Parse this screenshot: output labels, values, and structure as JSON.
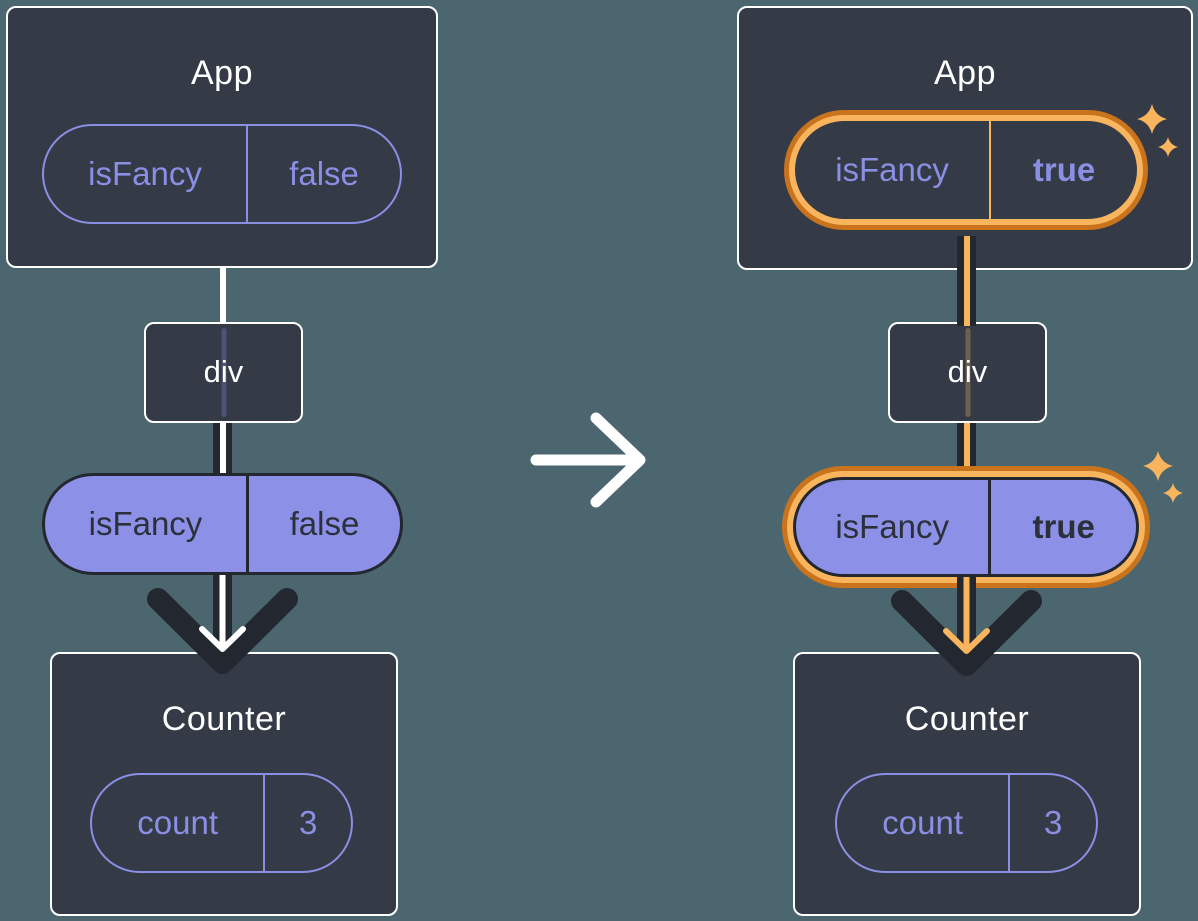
{
  "colors": {
    "background": "#4C6670",
    "card": "#343A46",
    "card_border": "#FFFFFF",
    "purple": "#8A8FE4",
    "pill_fill": "#8C90E6",
    "ink_dark": "#23272F",
    "orange_light": "#F9B55E",
    "orange_dark": "#C9731D",
    "white": "#FFFFFF"
  },
  "before": {
    "app": {
      "title": "App",
      "state": {
        "name": "isFancy",
        "value": "false"
      }
    },
    "div": {
      "label": "div"
    },
    "prop": {
      "name": "isFancy",
      "value": "false"
    },
    "counter": {
      "title": "Counter",
      "state": {
        "name": "count",
        "value": "3"
      }
    }
  },
  "after": {
    "app": {
      "title": "App",
      "state": {
        "name": "isFancy",
        "value": "true"
      }
    },
    "div": {
      "label": "div"
    },
    "prop": {
      "name": "isFancy",
      "value": "true"
    },
    "counter": {
      "title": "Counter",
      "state": {
        "name": "count",
        "value": "3"
      }
    }
  }
}
